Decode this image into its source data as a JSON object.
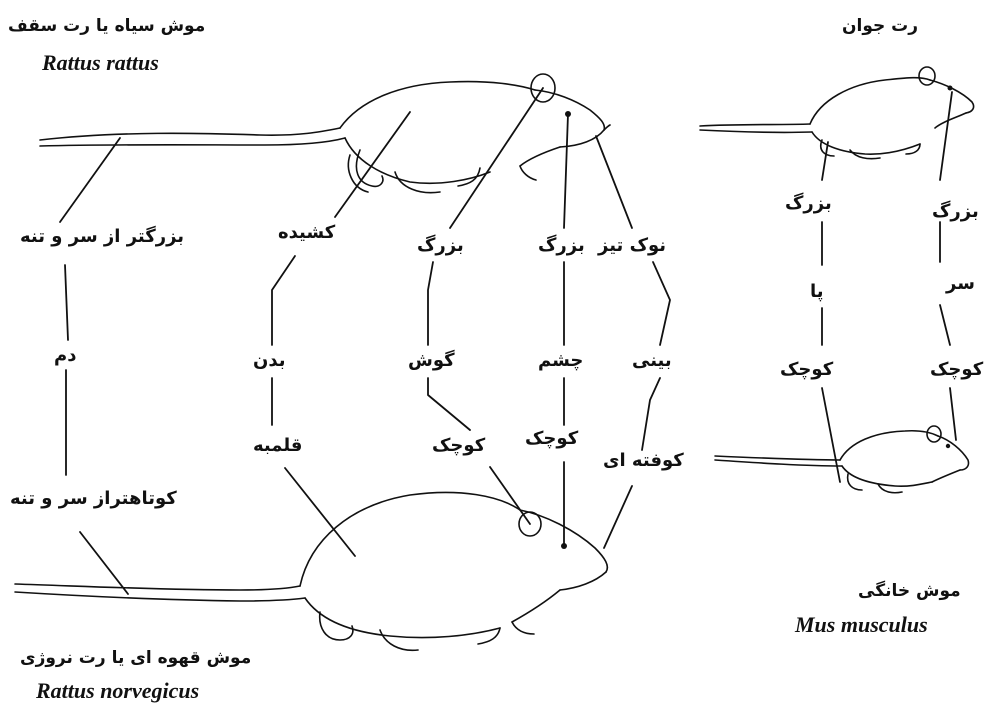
{
  "species": {
    "black_rat": {
      "common_name": "موش سیاه  یا رت سقف",
      "scientific_name": "Rattus rattus"
    },
    "brown_rat": {
      "common_name": "موش قهوه ای  یا رت نروژی",
      "scientific_name": "Rattus norvegicus"
    },
    "young_rat": {
      "common_name": "رت جوان"
    },
    "house_mouse": {
      "common_name": "موش خانگی",
      "scientific_name": "Mus musculus"
    }
  },
  "features": {
    "tail": {
      "name": "دم",
      "black_rat": "بزرگتر از سر و تنه",
      "brown_rat": "کوتاهتراز سر و تنه"
    },
    "body": {
      "name": "بدن",
      "black_rat": "کشیده",
      "brown_rat": "قلمبه"
    },
    "ear": {
      "name": "گوش",
      "black_rat": "بزرگ",
      "brown_rat": "کوچک"
    },
    "eye": {
      "name": "چشم",
      "black_rat": "بزرگ",
      "brown_rat": "کوچک"
    },
    "nose": {
      "name": "بینی",
      "black_rat": "نوک تیز",
      "brown_rat": "کوفته ای"
    }
  },
  "comparison_right": {
    "feet": {
      "name": "پا",
      "young_rat": "بزرگ",
      "house_mouse": "کوچک"
    },
    "head": {
      "name": "سر",
      "young_rat": "بزرگ",
      "house_mouse": "کوچک"
    }
  }
}
